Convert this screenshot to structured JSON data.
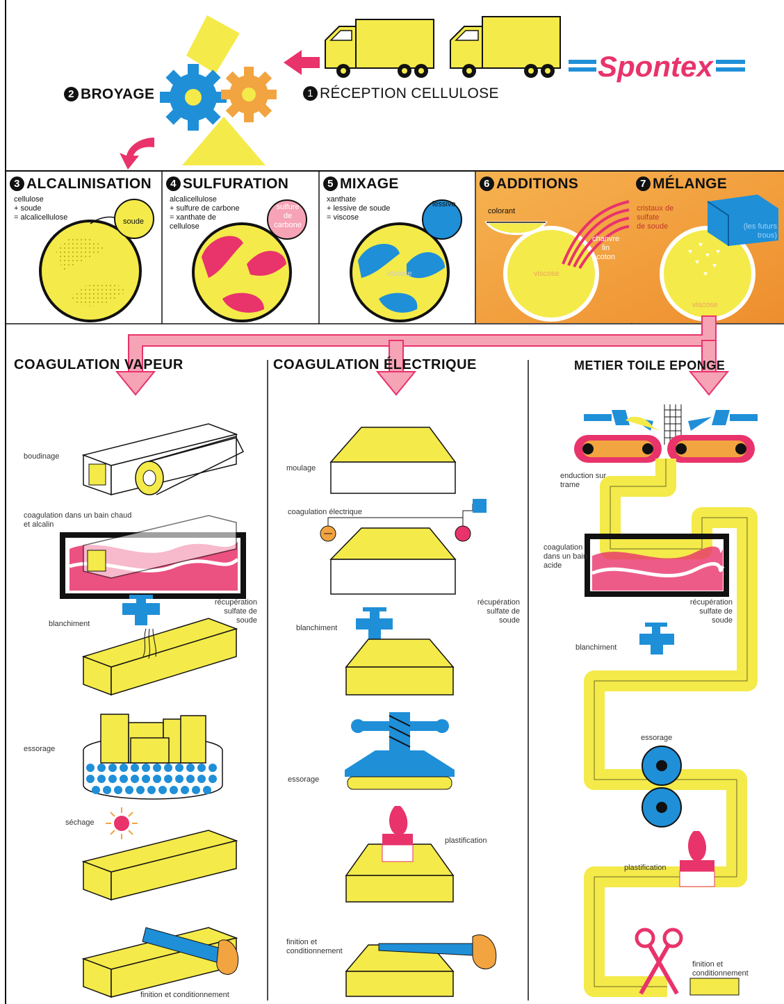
{
  "colors": {
    "yellow": "#f4ea4a",
    "blue": "#1f8fd8",
    "magenta": "#e8336b",
    "orange": "#f2a440",
    "black": "#111111"
  },
  "brand": {
    "name": "Spontex"
  },
  "top": {
    "step1": {
      "num": "1",
      "label": "RÉCEPTION CELLULOSE"
    },
    "step2": {
      "num": "2",
      "label": "BROYAGE"
    }
  },
  "stages": [
    {
      "num": "3",
      "label": "ALCALINISATION",
      "lines": [
        "cellulose",
        "+ soude",
        "= alcalicellulose"
      ],
      "tag": "soude"
    },
    {
      "num": "4",
      "label": "SULFURATION",
      "lines": [
        "alcalicellulose",
        "+ sulfure de carbone",
        "= xanthate de",
        "cellulose"
      ],
      "tag": "sulfure de carbone"
    },
    {
      "num": "5",
      "label": "MIXAGE",
      "lines": [
        "xanthate",
        "+ lessive de soude",
        "= viscose"
      ],
      "tag": "lessive",
      "inner": "viscose"
    },
    {
      "num": "6",
      "label": "ADDITIONS",
      "tag": "colorant",
      "fibres": [
        "chanvre",
        "lin",
        "coton"
      ],
      "inner": "viscose"
    },
    {
      "num": "7",
      "label": "MÉLANGE",
      "lines": [
        "cristaux de",
        "sulfate",
        "de soude"
      ],
      "tag": "(les futurs trous)",
      "inner": "viscose"
    }
  ],
  "columns": [
    {
      "title": "COAGULATION  VAPEUR",
      "steps": [
        "boudinage",
        "coagulation dans un bain chaud et alcalin",
        "récupération sulfate de soude",
        "blanchiment",
        "essorage",
        "séchage",
        "finition et conditionnement"
      ]
    },
    {
      "title": "COAGULATION  ÉLECTRIQUE",
      "steps": [
        "moulage",
        "coagulation électrique",
        "récupération sulfate de soude",
        "blanchiment",
        "essorage",
        "plastification",
        "finition et conditionnement"
      ]
    },
    {
      "title": "METIER  TOILE  EPONGE",
      "steps": [
        "enduction sur trame",
        "coagulation dans un bain acide",
        "récupération sulfate de soude",
        "blanchiment",
        "essorage",
        "plastification",
        "finition et conditionnement"
      ]
    }
  ]
}
